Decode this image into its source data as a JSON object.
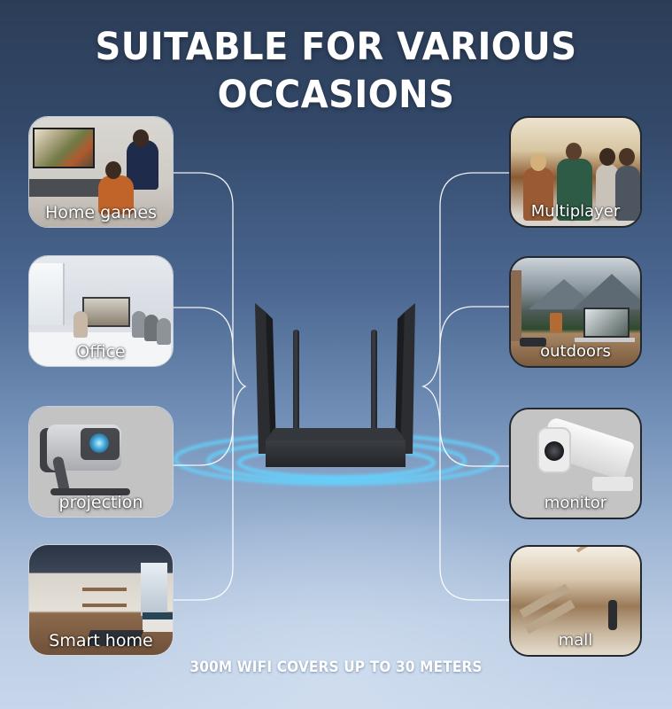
{
  "title": {
    "line1": "SUITABLE FOR VARIOUS",
    "line2": "OCCASIONS"
  },
  "left_cards": [
    {
      "label": "Home games",
      "icon": "home-games-scene"
    },
    {
      "label": "Office",
      "icon": "office-meeting-scene"
    },
    {
      "label": "projection",
      "icon": "projector-scene"
    },
    {
      "label": "Smart home",
      "icon": "smart-home-scene"
    }
  ],
  "right_cards": [
    {
      "label": "Multiplayer",
      "icon": "friends-group-scene"
    },
    {
      "label": "outdoors",
      "icon": "outdoor-laptop-scene"
    },
    {
      "label": "monitor",
      "icon": "security-camera-scene"
    },
    {
      "label": "mall",
      "icon": "shopping-mall-scene"
    }
  ],
  "center": {
    "product": "4-antenna WiFi router",
    "signal_rings": 3,
    "ring_color": "#5fd0ff"
  },
  "footer": {
    "tagline": "300M WIFI COVERS UP TO 30 METERS"
  },
  "colors": {
    "bg_top": "#2c3d57",
    "bg_bottom": "#c7d6ea",
    "connector_line": "#ffffff",
    "text": "#ffffff"
  }
}
